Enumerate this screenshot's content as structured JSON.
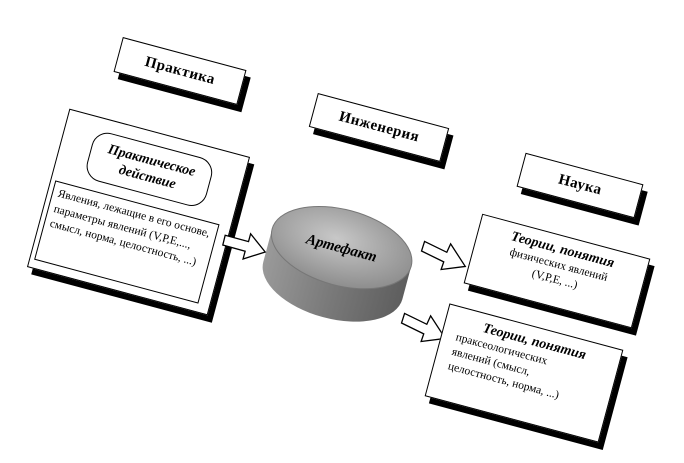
{
  "labels": {
    "practice": "Практика",
    "engineering": "Инженерия",
    "science": "Наука"
  },
  "practice_card": {
    "action_title": "Практическое действие",
    "phenomena_text": "Явления, лежащие в его основе, параметры явлений (V,P,E,..., смысл, норма, целостность, ...)"
  },
  "artifact": {
    "label": "Артефакт"
  },
  "theory_physical": {
    "title": "Теории, понятия",
    "text": "физических явлений (V,P,E, ...)"
  },
  "theory_praxeological": {
    "title": "Теории, понятия",
    "text": "праксеологических явлений (смысл, целостность, норма, ...)"
  }
}
